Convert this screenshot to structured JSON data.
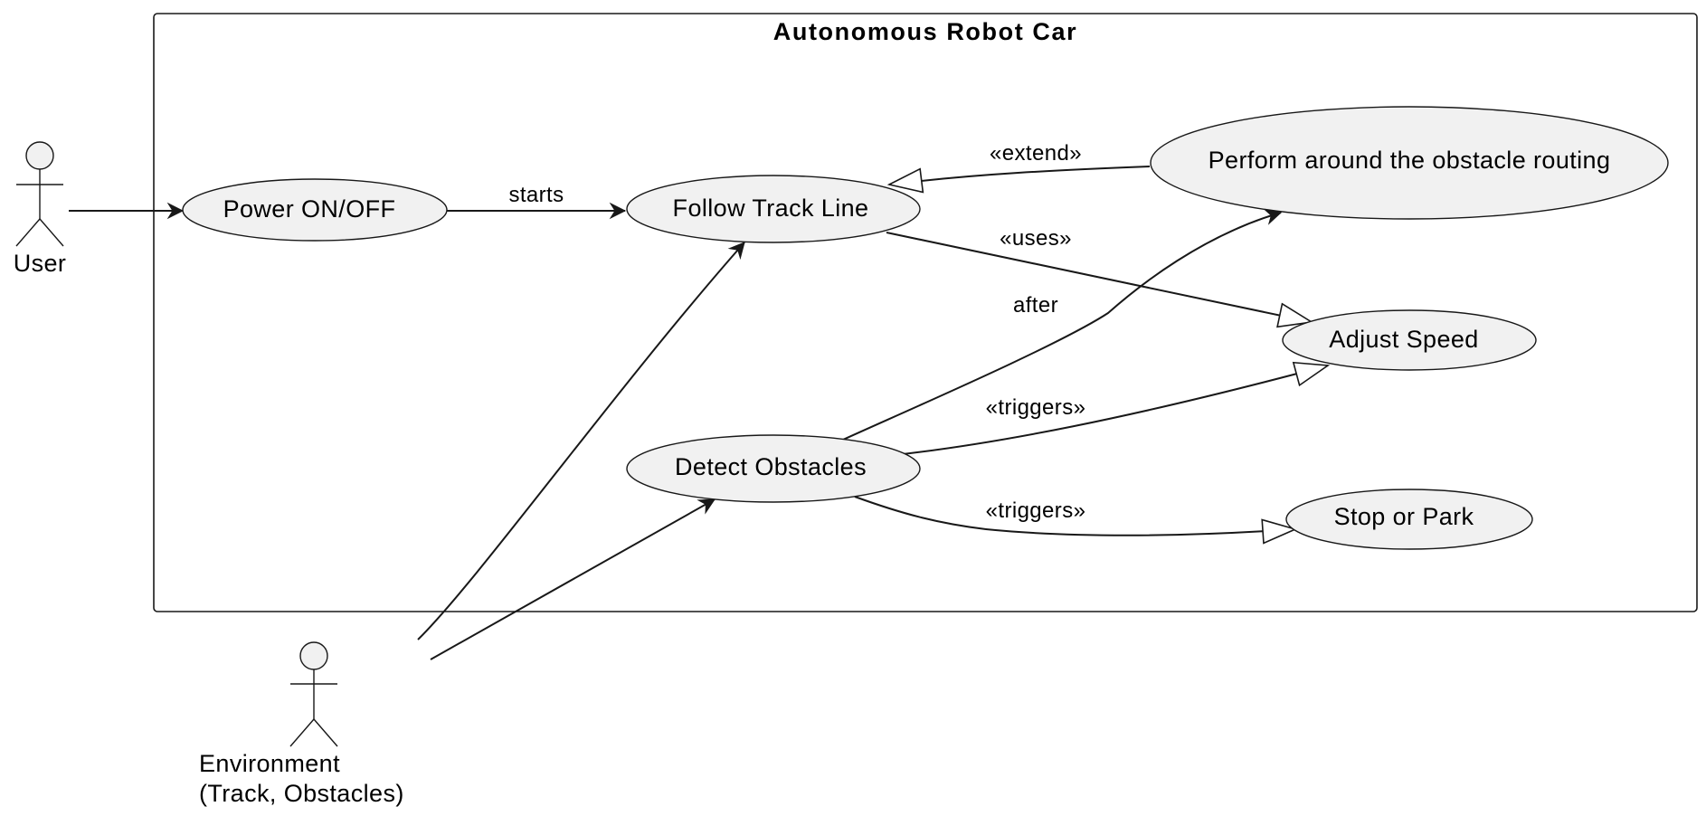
{
  "system": {
    "title": "Autonomous Robot Car"
  },
  "actors": {
    "user": {
      "label": "User"
    },
    "environment": {
      "label_line1": "Environment",
      "label_line2": "(Track, Obstacles)"
    }
  },
  "use_cases": {
    "power": "Power ON/OFF",
    "follow": "Follow Track Line",
    "routing": "Perform around the obstacle routing",
    "adjust": "Adjust Speed",
    "detect": "Detect Obstacles",
    "stop": "Stop or Park"
  },
  "edge_labels": {
    "starts": "starts",
    "extend": "«extend»",
    "uses": "«uses»",
    "after": "after",
    "triggers_adjust": "«triggers»",
    "triggers_stop": "«triggers»"
  },
  "colors": {
    "use_case_fill": "#f1f1f1",
    "stroke": "#181818",
    "background": "#ffffff"
  }
}
